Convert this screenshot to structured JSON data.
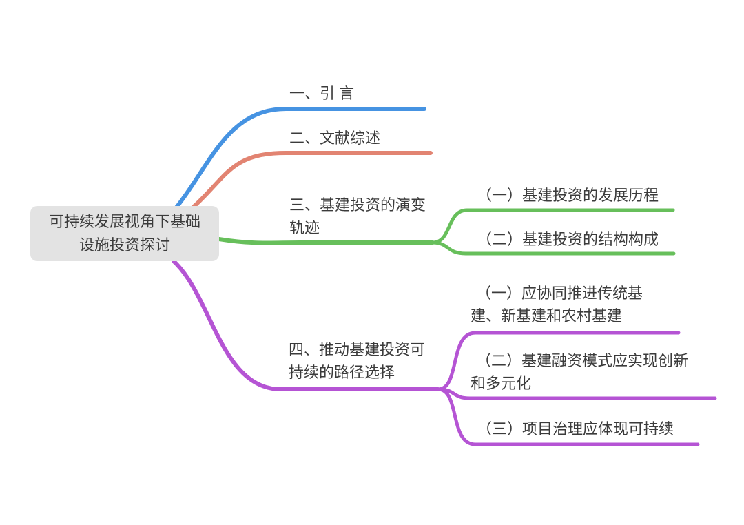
{
  "colors": {
    "blue": "#4693E2",
    "salmon": "#E28472",
    "green": "#67BF5B",
    "purple": "#B554D4",
    "node_bg": "#E3E3E3",
    "text": "#3B3B3B",
    "background": "#FFFFFF"
  },
  "root": {
    "label": "可持续发展视角下基础设施投资探讨"
  },
  "branches": [
    {
      "id": "intro",
      "label": "一、引 言"
    },
    {
      "id": "literature",
      "label": "二、文献综述"
    },
    {
      "id": "evolution",
      "label": "三、基建投资的演变轨迹",
      "children": [
        {
          "label": "（一）基建投资的发展历程"
        },
        {
          "label": "（二）基建投资的结构构成"
        }
      ]
    },
    {
      "id": "path",
      "label": "四、推动基建投资可持续的路径选择",
      "children": [
        {
          "label": "（一）应协同推进传统基建、新基建和农村基建"
        },
        {
          "label": "（二）基建融资模式应实现创新和多元化"
        },
        {
          "label": "（三）项目治理应体现可持续"
        }
      ]
    }
  ]
}
